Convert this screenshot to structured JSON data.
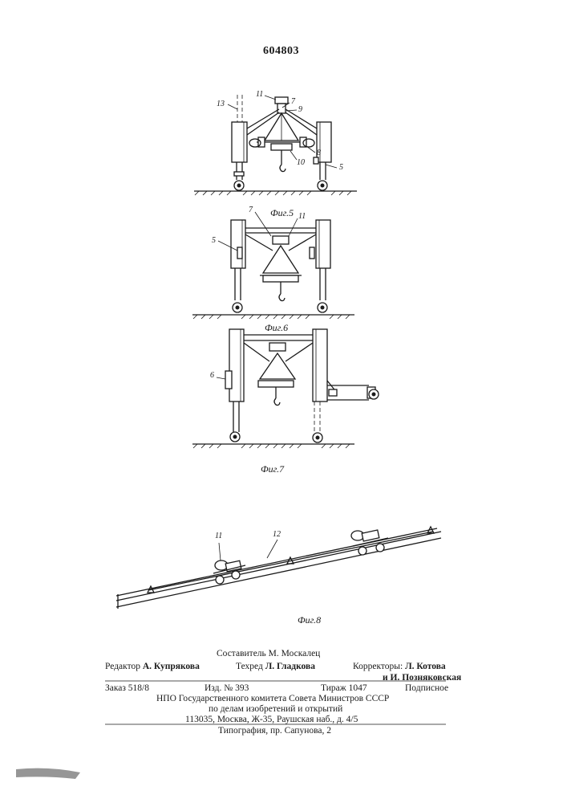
{
  "patent_number": "604803",
  "figures": {
    "fig5": {
      "caption": "Фиг.5",
      "callouts": [
        "13",
        "11",
        "7",
        "9",
        "8",
        "10",
        "5"
      ]
    },
    "fig6": {
      "caption": "Фиг.6",
      "callouts": [
        "7",
        "11",
        "5"
      ]
    },
    "fig7": {
      "caption": "Фиг.7",
      "callouts": [
        "6"
      ]
    },
    "fig8": {
      "caption": "Фиг.8",
      "callouts": [
        "11",
        "12"
      ]
    }
  },
  "credits": {
    "compiler": "Составитель М. Москалец",
    "editor_label": "Редактор",
    "editor_name": "А. Купрякова",
    "techred_label": "Техред",
    "techred_name": "Л. Гладкова",
    "correctors_label": "Корректоры:",
    "corrector_1": "Л. Котова",
    "corrector_2": "и И. Позняковская"
  },
  "imprint": {
    "order": "Заказ 518/8",
    "edition": "Изд. № 393",
    "print_run": "Тираж 1047",
    "subscription": "Подписное",
    "org_line1": "НПО Государственного комитета Совета Министров СССР",
    "org_line2": "по делам изобретений и открытий",
    "address": "113035, Москва, Ж-35, Раушская наб., д. 4/5",
    "typography": "Типография, пр. Сапунова, 2"
  }
}
